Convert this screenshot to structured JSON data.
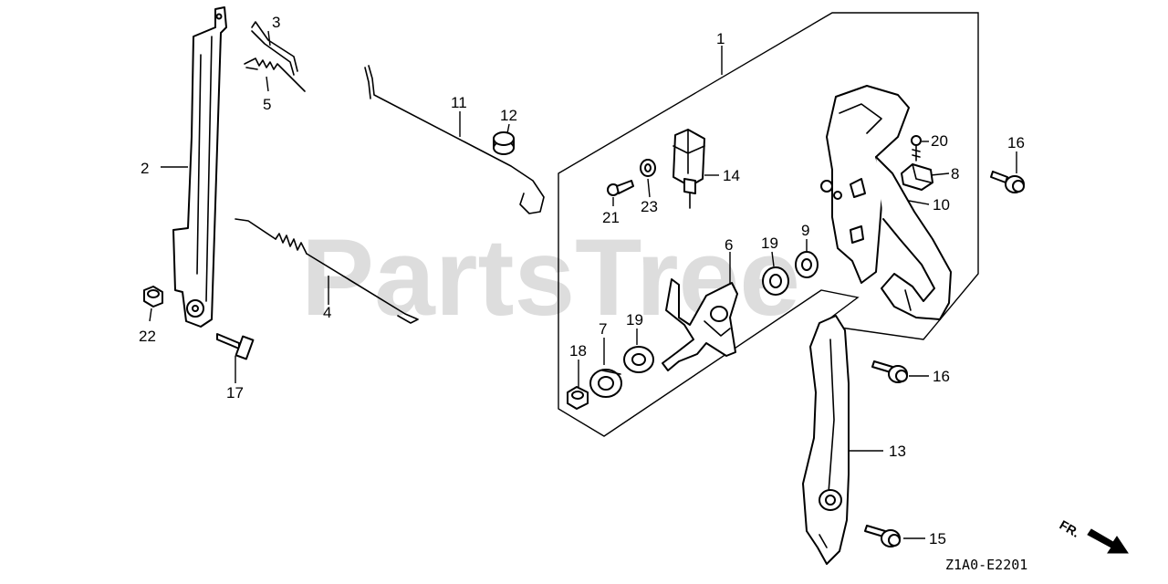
{
  "watermark": "PartsTree",
  "diagram_code": "Z1A0-E2201",
  "direction_label": "FR.",
  "callouts": {
    "p1": "1",
    "p2": "2",
    "p3": "3",
    "p4": "4",
    "p5": "5",
    "p6": "6",
    "p7": "7",
    "p8": "8",
    "p9": "9",
    "p10": "10",
    "p11": "11",
    "p12": "12",
    "p13": "13",
    "p14": "14",
    "p15": "15",
    "p16a": "16",
    "p16b": "16",
    "p17": "17",
    "p18": "18",
    "p19a": "19",
    "p19b": "19",
    "p20": "20",
    "p21": "21",
    "p22": "22",
    "p23": "23"
  },
  "colors": {
    "ink": "#000000",
    "paper": "#ffffff",
    "watermark": "#b4b4b4"
  }
}
